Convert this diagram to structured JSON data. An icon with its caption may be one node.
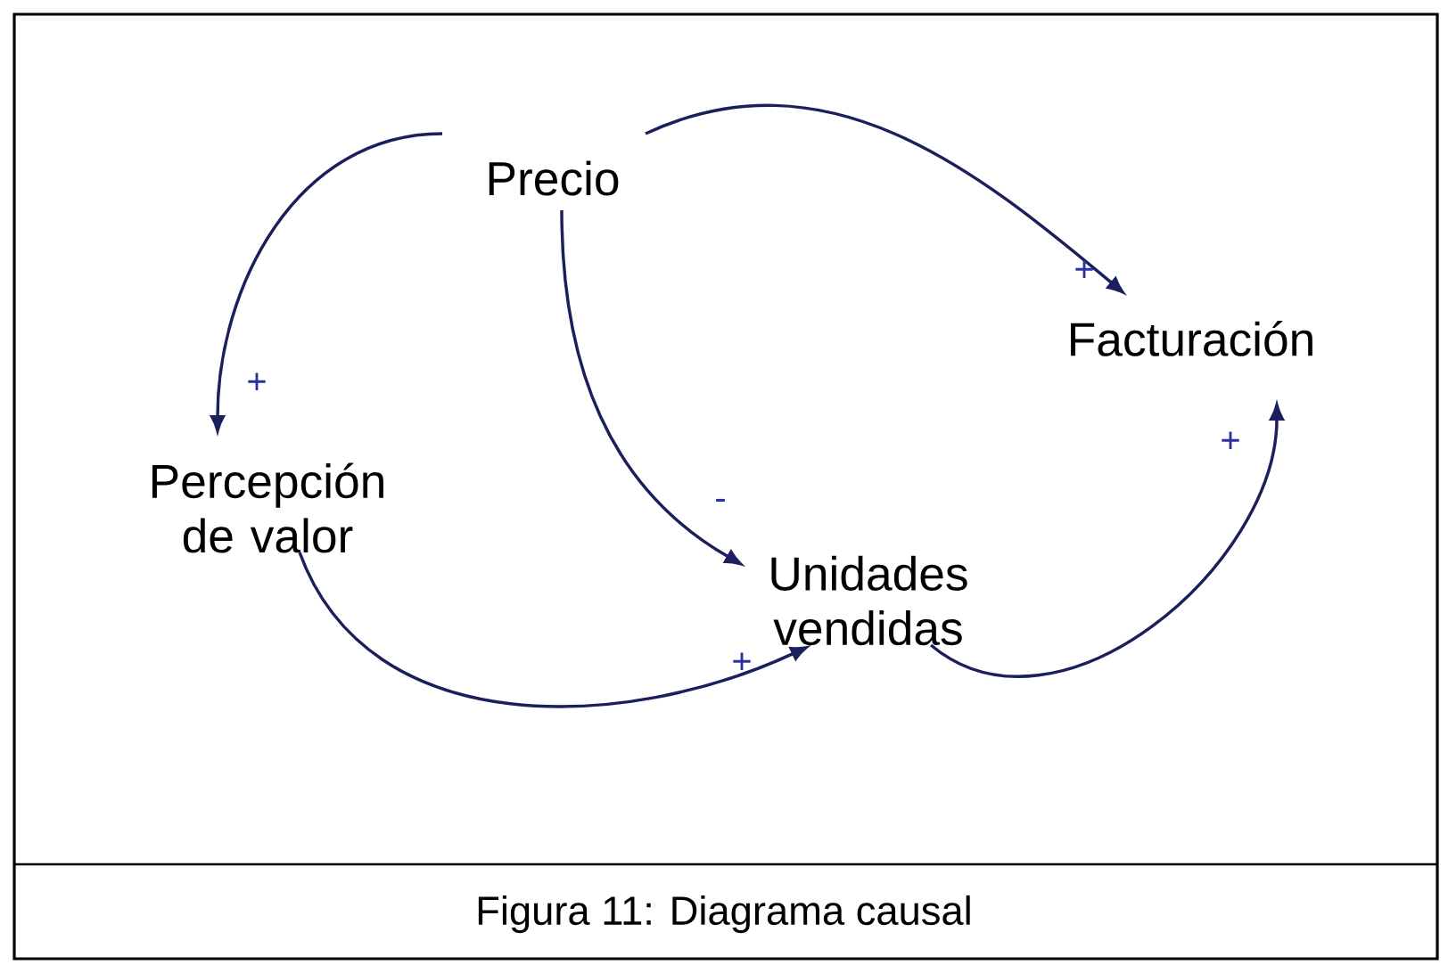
{
  "diagram": {
    "caption": "Figura 11: Diagrama causal",
    "nodes": [
      {
        "text": [
          "Precio"
        ]
      },
      {
        "text": [
          "Facturación"
        ]
      },
      {
        "text": [
          "Percepción de valor"
        ]
      },
      {
        "text": [
          "Unidades vendidas"
        ]
      }
    ],
    "edges": [
      {
        "from": 0,
        "to": 1,
        "arrow": "to",
        "label": "+"
      },
      {
        "from": 0,
        "to": 2,
        "arrow": "to",
        "label": "+"
      },
      {
        "from": 0,
        "to": 3,
        "arrow": "to",
        "label": "-"
      },
      {
        "from": 2,
        "to": 3,
        "arrow": "to",
        "label": "+"
      },
      {
        "from": 3,
        "to": 1,
        "arrow": "to",
        "label": "+"
      }
    ]
  }
}
